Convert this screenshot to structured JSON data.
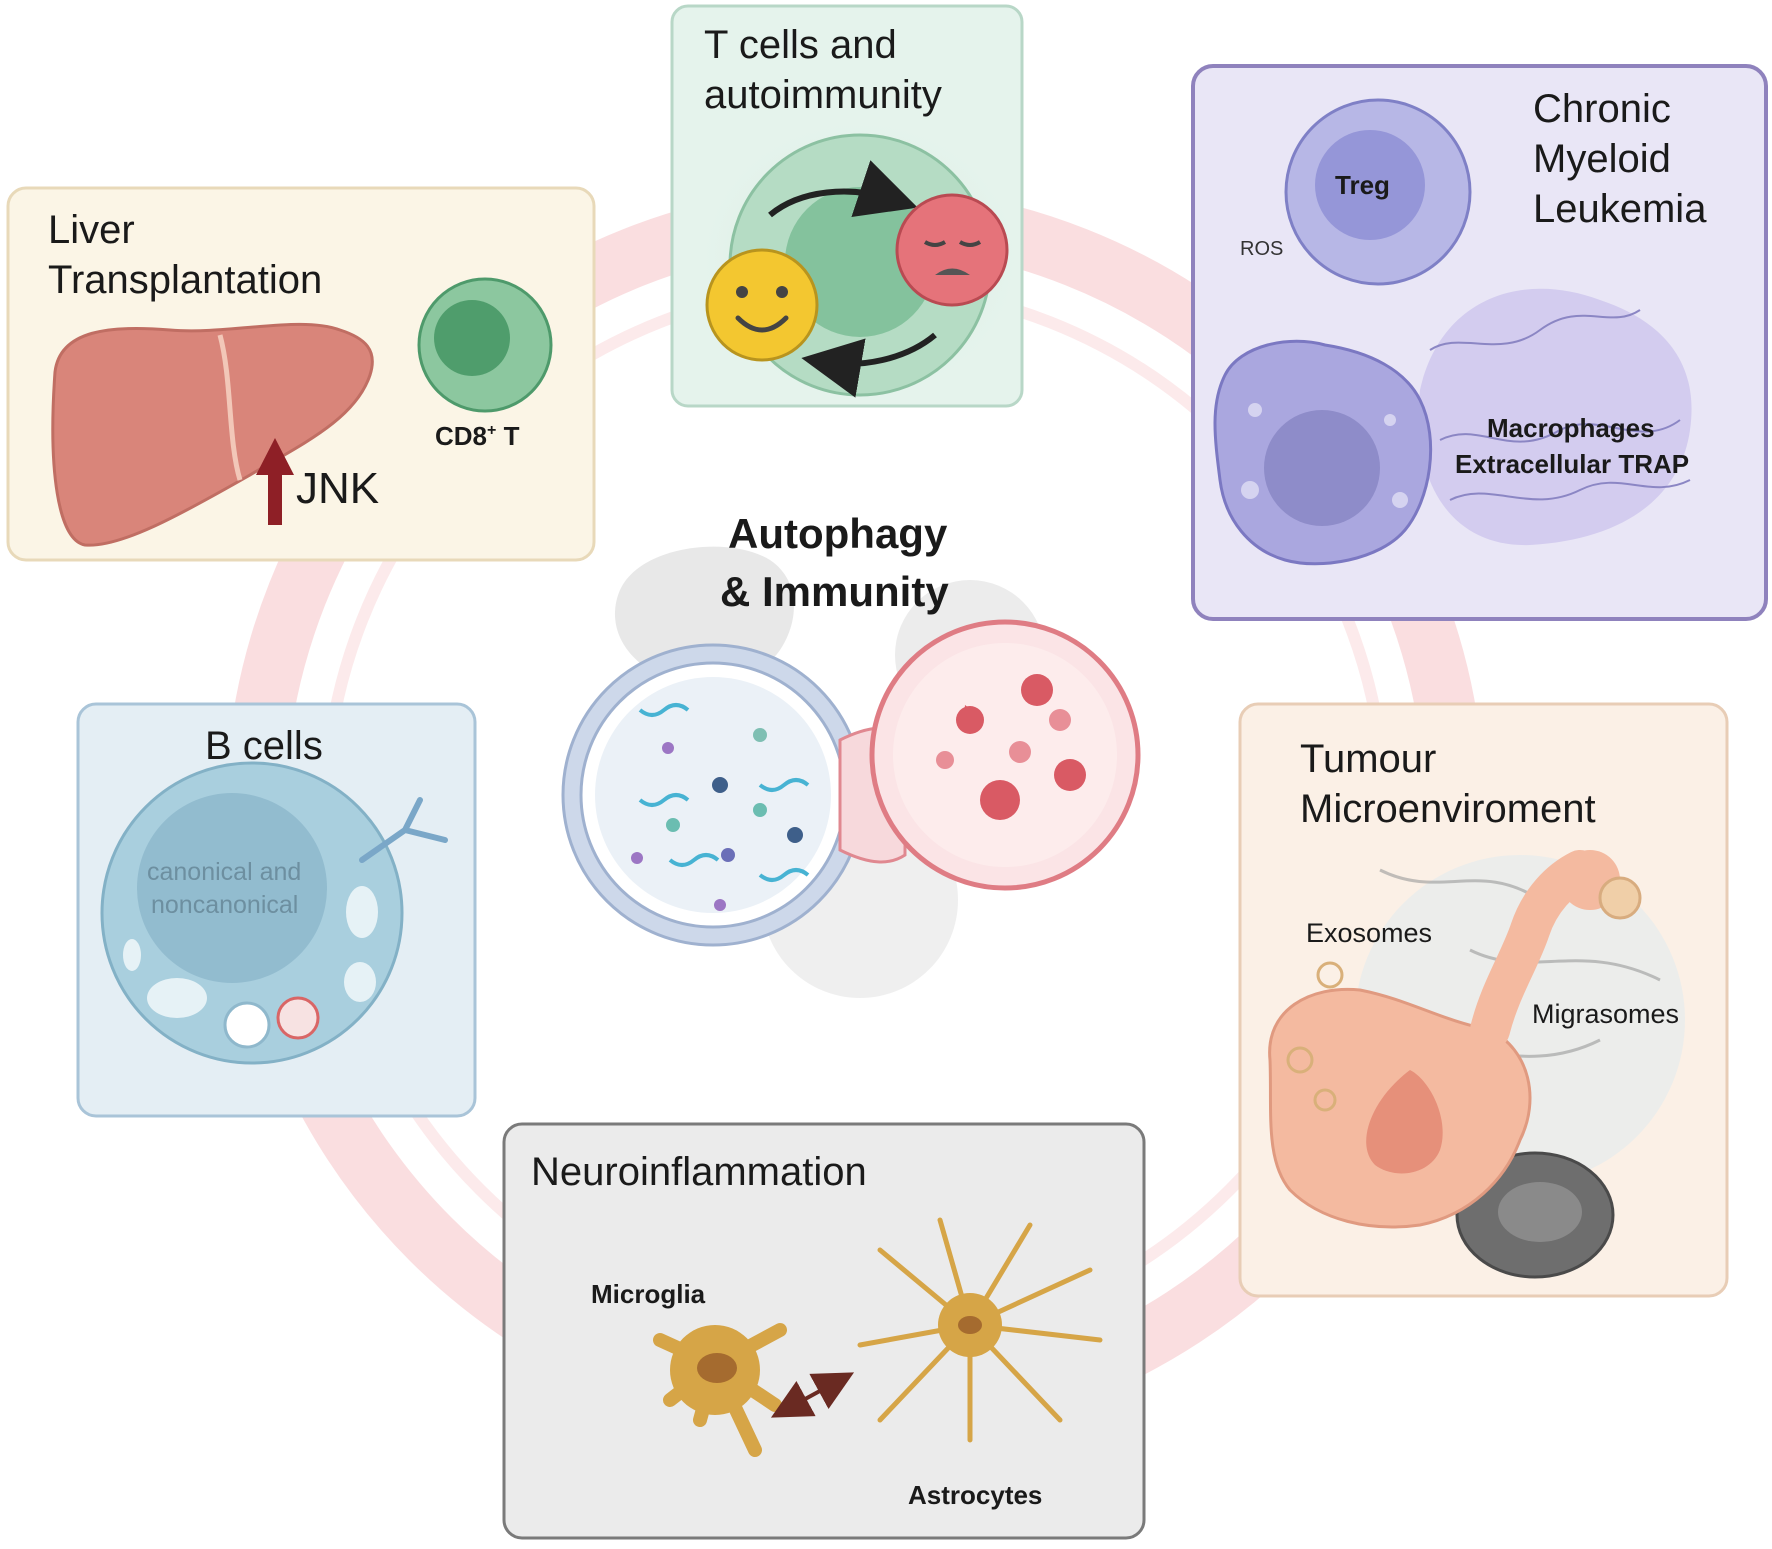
{
  "center": {
    "title_line1": "Autophagy",
    "title_line2": "& Immunity"
  },
  "liver": {
    "title_line1": "Liver",
    "title_line2": "Transplantation",
    "cell_label": "CD8",
    "cell_label_sup": "+",
    "cell_label_tail": " T",
    "arrow_label": "JNK"
  },
  "tcells": {
    "title_line1": "T cells and",
    "title_line2": "autoimmunity"
  },
  "cml": {
    "title_line1": "Chronic",
    "title_line2": "Myeloid",
    "title_line3": "Leukemia",
    "treg_label": "Treg",
    "ros_label": "ROS",
    "macro_label1": "Macrophages",
    "macro_label2": "Extracellular TRAP"
  },
  "bcells": {
    "title": "B cells",
    "nucleus_line1": "canonical and",
    "nucleus_line2": "noncanonical"
  },
  "tumour": {
    "title_line1": "Tumour",
    "title_line2": "Microenviroment",
    "exosomes_label": "Exosomes",
    "migrasomes_label": "Migrasomes"
  },
  "neuro": {
    "title": "Neuroinflammation",
    "microglia_label": "Microglia",
    "astrocytes_label": "Astrocytes"
  },
  "colors": {
    "ring": "#f6c9cc",
    "liver_box": "#fbf5e6",
    "tcell_box": "#e5f3ec",
    "cml_box": "#e9e6f6",
    "bcell_box": "#e4eef4",
    "tumour_box": "#fbf0e6",
    "neuro_box": "#ebebeb"
  }
}
